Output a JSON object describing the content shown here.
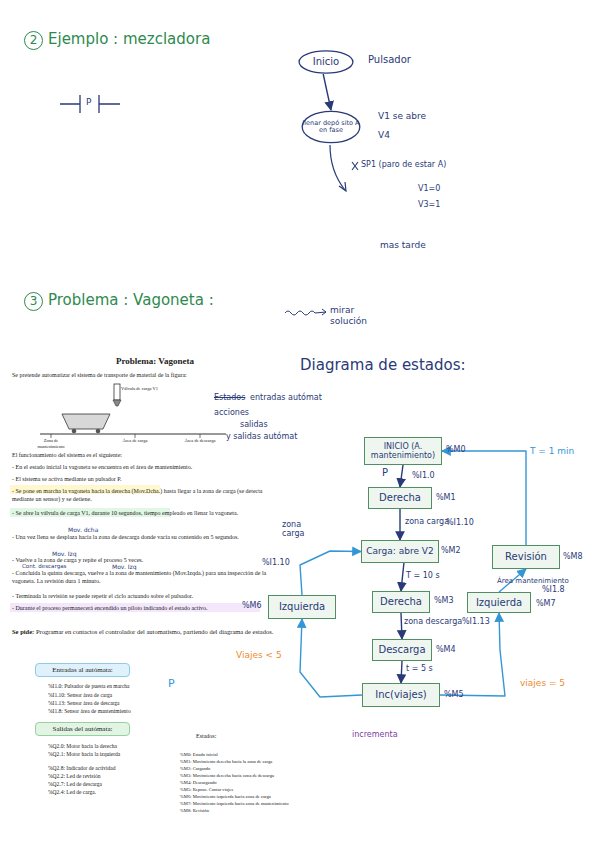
{
  "diagram": {
    "nodes": [
      {
        "text": [
          "Inicio"
        ]
      },
      {
        "text": [
          "llenar depó sito A en fase"
        ]
      },
      {
        "text": [
          "INICIO (A. mantenimiento)"
        ]
      },
      {
        "text": [
          "Derecha"
        ]
      },
      {
        "text": [
          "Carga: abre V2"
        ]
      },
      {
        "text": [
          "Revisión"
        ]
      },
      {
        "text": [
          "Izquierda"
        ]
      },
      {
        "text": [
          "Derecha"
        ]
      },
      {
        "text": [
          "Izquierda"
        ]
      },
      {
        "text": [
          "Descarga"
        ]
      },
      {
        "text": [
          "Inc(viajes)"
        ]
      },
      {
        "text": [
          "Entradas al autómata:"
        ]
      },
      {
        "text": [
          "Salidas del autómata:"
        ]
      }
    ],
    "edges": [
      {
        "from": 0,
        "to": 1,
        "arrow": "to"
      },
      {
        "from": 2,
        "to": 3,
        "label": "P",
        "arrow": "to"
      },
      {
        "from": 3,
        "to": 4,
        "label": "zona carga",
        "arrow": "to"
      },
      {
        "from": 4,
        "to": 7,
        "label": "T = 10 s",
        "arrow": "to"
      },
      {
        "from": 7,
        "to": 9,
        "label": "zona descarga",
        "arrow": "to"
      },
      {
        "from": 9,
        "to": 10,
        "label": "t = 5 s",
        "arrow": "to"
      },
      {
        "from": 10,
        "to": 6,
        "label": "Viajes < 5",
        "arrow": "to"
      },
      {
        "from": 6,
        "to": 4,
        "label": "zona carga",
        "arrow": "to"
      },
      {
        "from": 10,
        "to": 8,
        "label": "viajes = 5",
        "arrow": "to"
      },
      {
        "from": 8,
        "to": 5,
        "label": "Área mantenimiento",
        "arrow": "to"
      },
      {
        "from": 5,
        "to": 2,
        "label": "T = 1 min",
        "arrow": "to"
      }
    ],
    "labels": [
      "2",
      "Ejemplo : mezcladora",
      "P",
      "Pulsador",
      "V1 se abre",
      "V4",
      "SP1 (paro de estar A)",
      "V1=0",
      "V3=1",
      "mas tarde",
      "3",
      "Problema : Vagoneta :",
      "mirar solución",
      "Problema: Vagoneta",
      "Se pretende automatizar el sistema de transporte de material de la figura:",
      "Válvula de carga V1",
      "Zona de mantenimiento",
      "Área de carga",
      "Área de descarga",
      "Estados",
      "entradas autómat",
      "acciones",
      "salidas",
      "y salidas autómat",
      "El funcionamiento del sistema es el siguiente:",
      "- En el estado inicial la vagoneta se encuentra en el área de mantenimiento.",
      "- El sistema se activa mediante un pulsador P.",
      "- Se pone en marcha la vagoneta hacia la derecha (Mov.Dcha.) hasta llegar a la zona de carga (se detecta mediante un sensor) y se detiene.",
      "- Se abre la válvula de carga V1, durante 10 segundos, tiempo empleado en llenar la vagoneta.",
      "- Una vez llena se desplaza hacia la zona de descarga donde vacía su contenido en 5 segundos.",
      "- Vuelve a la zona de carga y repite el proceso 5 veces.",
      "- Concluida la quinta descarga, vuelve a la zona de mantenimiento (Mov.Izqda.) para una inspección de la vagoneta. La revisión dura 1 minuto.",
      "- Terminada la revisión se puede repetir el ciclo actuando sobre el pulsador.",
      "- Durante el proceso permanecerá encendido un piloto indicando el estado activo.",
      "Se pide:",
      "Programar en contactos el controlador del automatismo, partiendo del diagrama de estados.",
      "Mov. dcha",
      "Mov. Izq",
      "Cont. descargas",
      "Mov. Izq",
      "%I1.0: Pulsador de puesta en marcha",
      "P",
      "%I1.10: Sensor área de carga",
      "%I1.13: Sensor área de descarga",
      "%I1.8: Sensor área de mantenimiento",
      "%Q2.0: Motor hacia la derecha",
      "%Q2.1: Motor hacia la izquierda",
      "%Q2.8: Indicador de actividad",
      "%Q2.2: Led de revisión",
      "%Q2.7: Led de descarga",
      "%Q2.4: Led de carga.",
      "Estados:",
      "%M0: Estado inicial",
      "%M1: Movimiento derecha hacia la zona de carga",
      "%M2: Cargando",
      "%M3: Movimiento derecha hacia zona de descarga",
      "%M4: Descargando",
      "%M5: Reposo. Contar viajes",
      "%M6: Movimiento izquierda hacia zona de carga",
      "%M7: Movimiento izquierda hacia zona de mantenimiento",
      "%M8: Revisión",
      "Diagrama de estados:",
      "%M0",
      "%I1.0",
      "%M1",
      "%I1.10",
      "%M2",
      "%M3",
      "%I1.13",
      "%M4",
      "%M5",
      "%M6",
      "%I1.10",
      "%M7",
      "%I1.8",
      "%M8",
      "incrementa"
    ]
  }
}
